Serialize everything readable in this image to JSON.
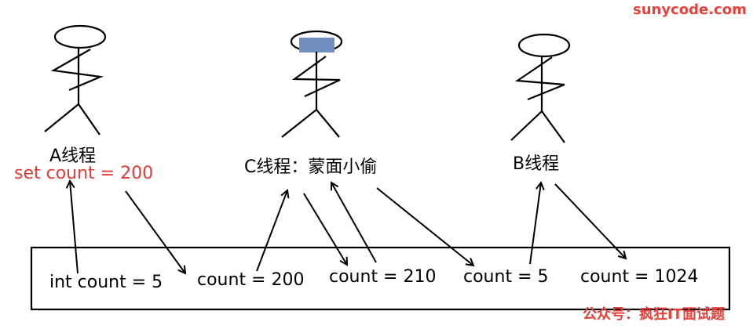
{
  "watermarks": {
    "site": "sunycode.com",
    "wechat": "公众号：疯狂IT面试题"
  },
  "threads": {
    "a": {
      "label": "A线程",
      "action": "set count = 200"
    },
    "c": {
      "label": "C线程：蒙面小偷"
    },
    "b": {
      "label": "B线程"
    }
  },
  "memory_values": [
    "int count = 5",
    "count = 200",
    "count = 210",
    "count = 5",
    "count = 1024"
  ],
  "colors": {
    "stroke": "#000000",
    "mask": "#7190c0",
    "highlight": "#e53935",
    "watermark": "#e8413a"
  }
}
